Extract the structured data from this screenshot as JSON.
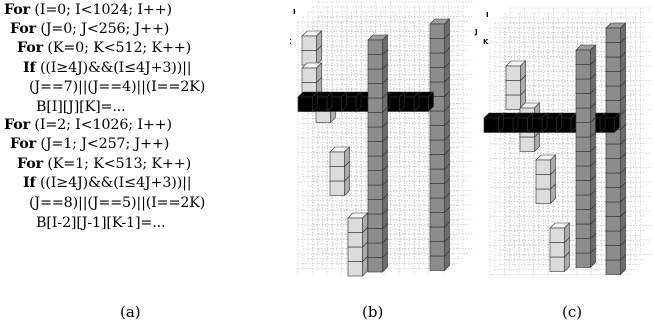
{
  "code_lines": [
    {
      "kw": "For",
      "rest": " (I=0; I<1024; I++)"
    },
    {
      "kw": "For",
      "rest": " (J=0; J<256; J++)"
    },
    {
      "kw": "For",
      "rest": " (K=0; K<512; K++)"
    },
    {
      "kw": "If",
      "rest": " ((I≥4J)&&(I≤4J+3))||"
    },
    {
      "kw": "",
      "rest": "(J==7)||(J==4)||(I==2K)"
    },
    {
      "kw": "",
      "rest": "B[I][J][K]=..."
    },
    {
      "kw": "For",
      "rest": " (I=2; I<1026; I++)"
    },
    {
      "kw": "For",
      "rest": " (J=1; J<257; J++)"
    },
    {
      "kw": "For",
      "rest": " (K=1; K<513; K++)"
    },
    {
      "kw": "If",
      "rest": " ((I≥4J)&&(I≤4J+3))||"
    },
    {
      "kw": "",
      "rest": "(J==8)||(J==5)||(I==2K)"
    },
    {
      "kw": "",
      "rest": "B[I-2][J-1][K-1]=..."
    }
  ],
  "captions": {
    "a": "(a)",
    "b": "(b)",
    "c": "(c)"
  },
  "axes_b": {
    "i": "I",
    "j": "J",
    "k": "K"
  },
  "axes_c": {
    "i": "I",
    "k": "K"
  },
  "colors": {
    "light": "#dcdcdc",
    "dark": "#8c8c8c",
    "black": "#000000",
    "grid": "#b8b8b8"
  }
}
